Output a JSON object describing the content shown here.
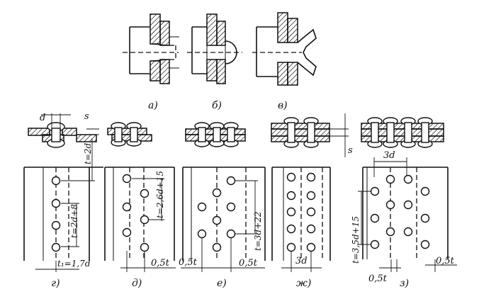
{
  "top_labels": [
    "а)",
    "б)",
    "в)"
  ],
  "panel_labels": [
    "г)",
    "д)",
    "е)",
    "ж)",
    "з)"
  ],
  "dims": {
    "d": "d",
    "s": "s",
    "t2d": "t=2d",
    "t2d8": "t=2d+8",
    "t1": "t₁=1,7d",
    "t26": "t=2,6d+15",
    "t05a": "0,5t",
    "t05b": "0,5t",
    "t05c": "0,5t",
    "t3d22": "t=3d+22",
    "s2": "s",
    "d3a": "3d",
    "d3b": "3d",
    "t35": "t=3,5d+15",
    "t05d": "0,5t",
    "t05e": "0,5t"
  }
}
